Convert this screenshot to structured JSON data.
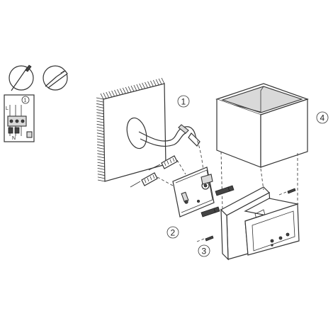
{
  "diagram": {
    "step_labels": [
      "1",
      "2",
      "3",
      "4"
    ],
    "wiring_panel": {
      "step_label": "1",
      "terminal_labels": [
        "L",
        "N"
      ]
    }
  }
}
